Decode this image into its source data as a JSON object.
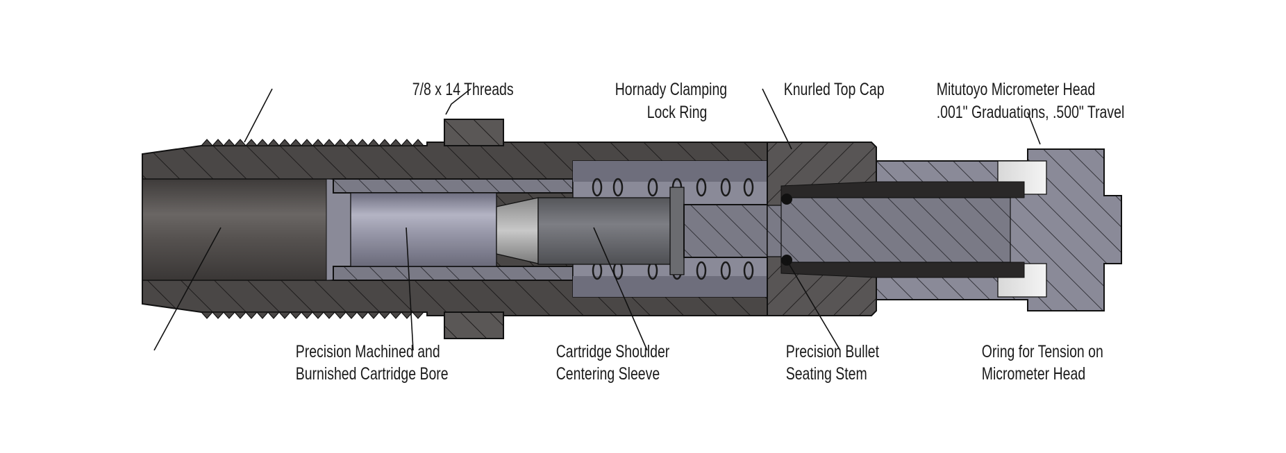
{
  "callouts": {
    "threads": "7/8 x 14 Threads",
    "lock_ring_1": "Hornady Clamping",
    "lock_ring_2": "Lock Ring",
    "top_cap": "Knurled Top Cap",
    "micrometer_1": "Mitutoyo Micrometer Head",
    "micrometer_2": ".001\" Graduations, .500\" Travel",
    "bore_1": "Precision Machined and",
    "bore_2": "Burnished Cartridge Bore",
    "sleeve_1": "Cartridge Shoulder",
    "sleeve_2": "Centering Sleeve",
    "stem_1": "Precision Bullet",
    "stem_2": "Seating Stem",
    "oring_1": "Oring for Tension on",
    "oring_2": "Micrometer Head"
  },
  "colors": {
    "die_body": "#4a4746",
    "lock_ring": "#5a5756",
    "top_cap": "#585555",
    "bore": "#55514f",
    "sleeve": "#9797a8",
    "stem": "#6b6c70",
    "stem_tip": "#a0a0a0",
    "micrometer": "#8a8a98",
    "thimble_dark": "#2a2828",
    "spring": "#1a1a1a"
  },
  "icons": [
    "hatch-pattern",
    "spring-coil",
    "oring-dot"
  ]
}
